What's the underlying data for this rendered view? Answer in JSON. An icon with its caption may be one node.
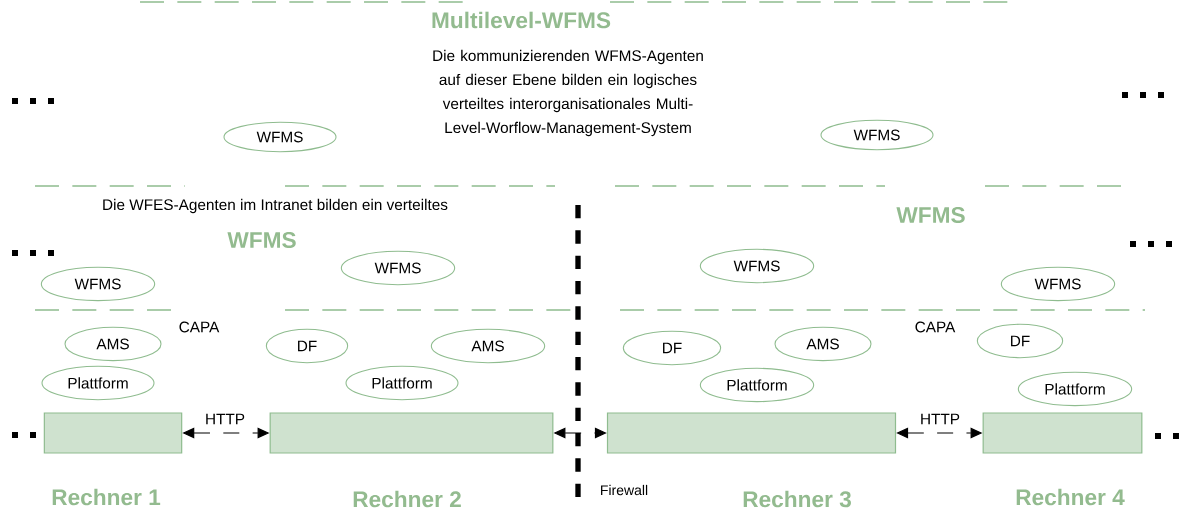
{
  "diagram": {
    "nodes": [
      {
        "text": [
          "WFMS"
        ]
      },
      {
        "text": [
          "WFMS"
        ]
      },
      {
        "text": [
          "WFMS"
        ]
      },
      {
        "text": [
          "WFMS"
        ]
      },
      {
        "text": [
          "WFMS"
        ]
      },
      {
        "text": [
          "WFMS"
        ]
      },
      {
        "text": [
          "AMS"
        ]
      },
      {
        "text": [
          "DF"
        ]
      },
      {
        "text": [
          "AMS"
        ]
      },
      {
        "text": [
          "DF"
        ]
      },
      {
        "text": [
          "AMS"
        ]
      },
      {
        "text": [
          "DF"
        ]
      },
      {
        "text": [
          "Plattform"
        ]
      },
      {
        "text": [
          "Plattform"
        ]
      },
      {
        "text": [
          "Plattform"
        ]
      },
      {
        "text": [
          "Plattform"
        ]
      },
      {
        "text": [],
        "shape": "box",
        "beside": [
          "Rechner 1"
        ]
      },
      {
        "text": [],
        "shape": "box",
        "beside": [
          "Rechner 2"
        ]
      },
      {
        "text": [],
        "shape": "box",
        "beside": [
          "Rechner 3"
        ]
      },
      {
        "text": [],
        "shape": "box",
        "beside": [
          "Rechner 4"
        ]
      }
    ],
    "edges": [
      {
        "from": 16,
        "to": 17,
        "arrow": "both",
        "label": "HTTP",
        "style": "dashed"
      },
      {
        "from": 17,
        "to": 18,
        "arrow": "both",
        "style": "dashed"
      },
      {
        "from": 18,
        "to": 19,
        "arrow": "both",
        "label": "HTTP",
        "style": "dashed"
      }
    ],
    "labels": [
      "Multilevel-WFMS",
      "Die kommunizierenden WFMS-Agenten auf dieser Ebene bilden ein logisches verteiltes interorganisationales Multi-Level-Worflow-Management-System",
      "Die WFES-Agenten im Intranet bilden ein verteiltes",
      "WFMS",
      "WFMS",
      "CAPA",
      "CAPA",
      "Firewall"
    ]
  }
}
